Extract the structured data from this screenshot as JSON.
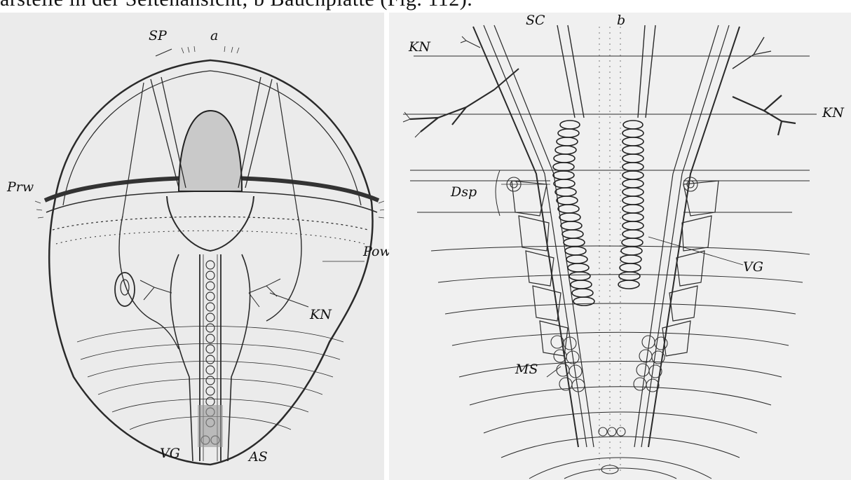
{
  "caption_fragment": "arstelle in der Seitenansicht; b Bauchplatte (Fig. 112).",
  "figure_a": {
    "panel_letter": "a",
    "labels": {
      "sp": "SP",
      "prw": "Prw",
      "pow": "Pow",
      "kn": "KN",
      "vg": "VG",
      "as": "AS"
    }
  },
  "figure_b": {
    "panel_letter": "b",
    "labels": {
      "sc": "SC",
      "kn_left": "KN",
      "kn_right": "KN",
      "dsp": "Dsp",
      "vg": "VG",
      "ms": "MS"
    }
  }
}
